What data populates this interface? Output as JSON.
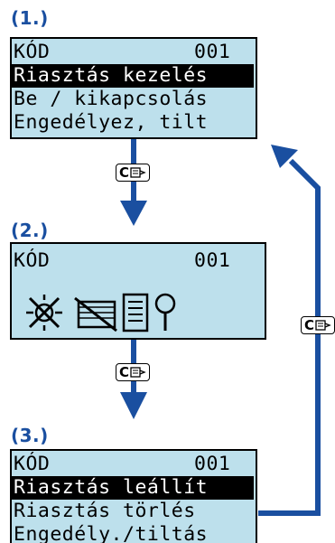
{
  "steps": [
    {
      "label": "(1.)",
      "code_label": "KÓD",
      "code_value": "001",
      "lines": [
        "Riasztás kezelés",
        "Be / kikapcsolás",
        "Engedélyez, tilt"
      ],
      "highlighted_line": "Riasztás kezelés"
    },
    {
      "label": "(2.)",
      "code_label": "KÓD",
      "code_value": "001",
      "icons": [
        "alarm-off-icon",
        "tape-off-icon",
        "list-icon",
        "magnifier-icon"
      ]
    },
    {
      "label": "(3.)",
      "code_label": "KÓD",
      "code_value": "001",
      "lines": [
        "Riasztás leállít",
        "Riasztás törlés",
        "Engedély./tiltás"
      ],
      "highlighted_line": "Riasztás leállít"
    }
  ],
  "back_button": {
    "label": "C"
  },
  "colors": {
    "arrow": "#1a4fa0",
    "lcd_background": "#bde0ec",
    "label": "#1a4fa0"
  }
}
